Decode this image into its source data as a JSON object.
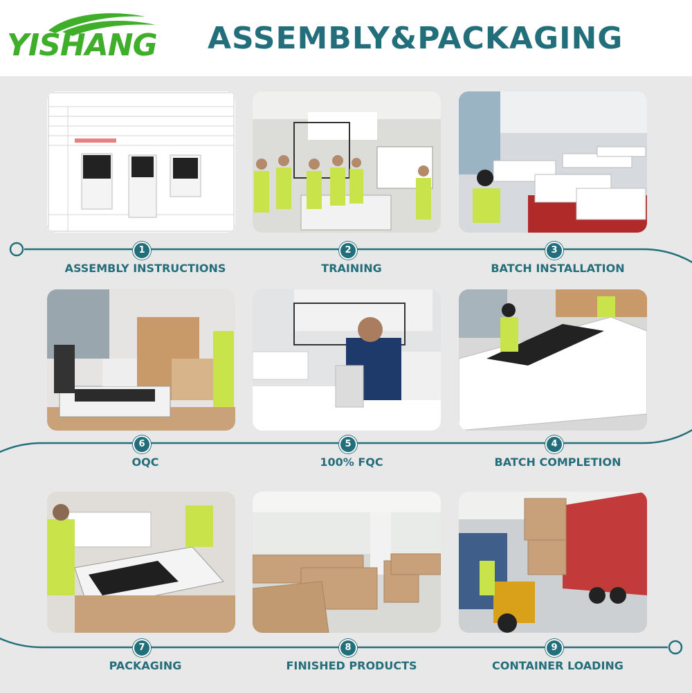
{
  "header": {
    "logo_text": "YISHANG",
    "title": "ASSEMBLY&PACKAGING"
  },
  "colors": {
    "accent": "#236e7b",
    "logo_green": "#3fae2a",
    "panel_bg": "#e8e8e8"
  },
  "steps": [
    {
      "number": "1",
      "label": "ASSEMBLY INSTRUCTIONS"
    },
    {
      "number": "2",
      "label": "TRAINING"
    },
    {
      "number": "3",
      "label": "BATCH INSTALLATION"
    },
    {
      "number": "4",
      "label": "BATCH COMPLETION"
    },
    {
      "number": "5",
      "label": "100% FQC"
    },
    {
      "number": "6",
      "label": "OQC"
    },
    {
      "number": "7",
      "label": "PACKAGING"
    },
    {
      "number": "8",
      "label": "FINISHED PRODUCTS"
    },
    {
      "number": "9",
      "label": "CONTAINER LOADING"
    }
  ]
}
